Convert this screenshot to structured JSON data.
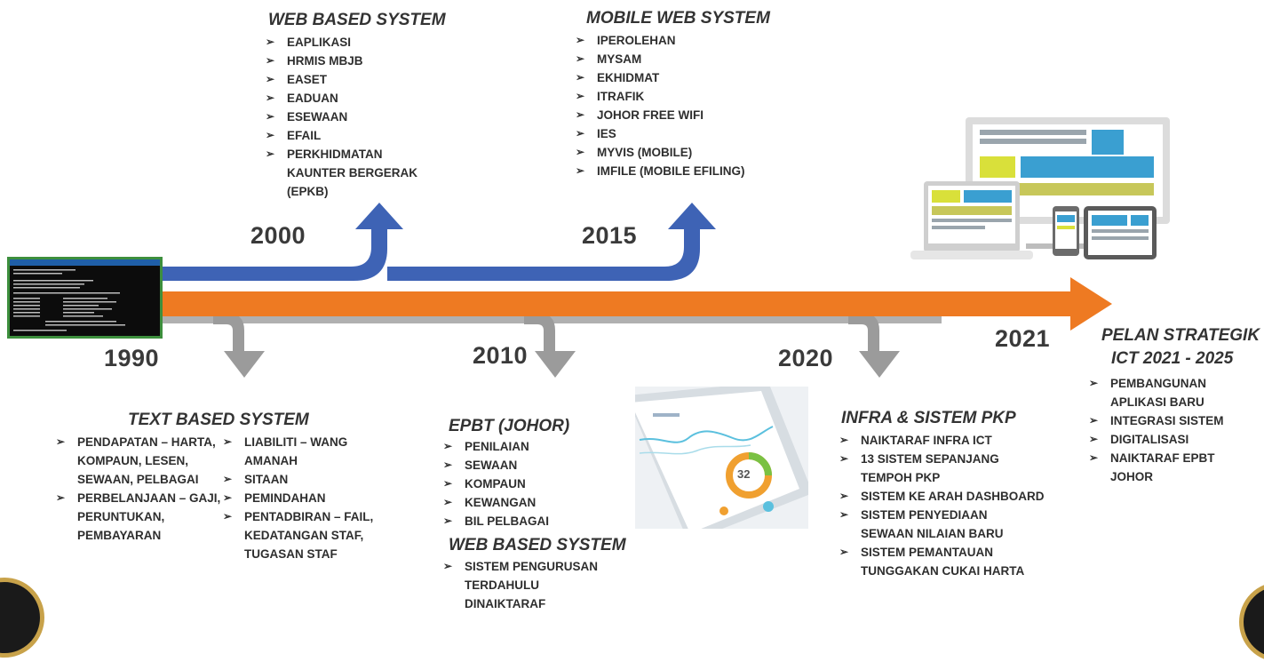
{
  "years": {
    "y1990": "1990",
    "y2000": "2000",
    "y2010": "2010",
    "y2015": "2015",
    "y2020": "2020",
    "y2021": "2021"
  },
  "sections": {
    "web2000": {
      "title": "WEB BASED SYSTEM",
      "items": [
        "EAPLIKASI",
        "HRMIS MBJB",
        "EASET",
        "EADUAN",
        "ESEWAAN",
        "EFAIL",
        "PERKHIDMATAN KAUNTER BERGERAK (EPKB)"
      ]
    },
    "mobile2015": {
      "title": "MOBILE WEB SYSTEM",
      "items": [
        "IPEROLEHAN",
        "MYSAM",
        "EKHIDMAT",
        "ITRAFIK",
        "JOHOR FREE WIFI",
        "IES",
        "MYVIS (MOBILE)",
        "IMFILE (MOBILE EFILING)"
      ]
    },
    "text1990": {
      "title": "TEXT BASED SYSTEM",
      "col1": [
        "PENDAPATAN – HARTA, KOMPAUN, LESEN, SEWAAN, PELBAGAI",
        "PERBELANJAAN – GAJI, PERUNTUKAN, PEMBAYARAN"
      ],
      "col2": [
        "LIABILITI – WANG AMANAH",
        "SITAAN",
        "PEMINDAHAN",
        "PENTADBIRAN – FAIL, KEDATANGAN STAF, TUGASAN STAF"
      ]
    },
    "epbt2010": {
      "title": "EPBT (JOHOR)",
      "items": [
        "PENILAIAN",
        "SEWAAN",
        "KOMPAUN",
        "KEWANGAN",
        "BIL PELBAGAI"
      ]
    },
    "web2010": {
      "title": "WEB BASED SYSTEM",
      "items": [
        "SISTEM PENGURUSAN TERDAHULU DINAIKTARAF"
      ]
    },
    "pkp2020": {
      "title": "INFRA & SISTEM PKP",
      "items": [
        "NAIKTARAF INFRA ICT",
        "13 SISTEM SEPANJANG TEMPOH PKP",
        "SISTEM KE ARAH DASHBOARD",
        "SISTEM PENYEDIAAN SEWAAN NILAIAN BARU",
        "SISTEM PEMANTAUAN TUNGGAKAN CUKAI HARTA"
      ]
    },
    "plan2021": {
      "title_line1": "PELAN STRATEGIK",
      "title_line2": "ICT 2021 - 2025",
      "items": [
        "PEMBANGUNAN APLIKASI BARU",
        "INTEGRASI SISTEM",
        "DIGITALISASI",
        "NAIKTARAF EPBT JOHOR"
      ]
    }
  },
  "phone": {
    "gauge_value": "32"
  },
  "colors": {
    "blue": "#3e63b5",
    "orange": "#ee7a22",
    "gray": "#9b9b9b",
    "gold": "#c8a24a"
  }
}
